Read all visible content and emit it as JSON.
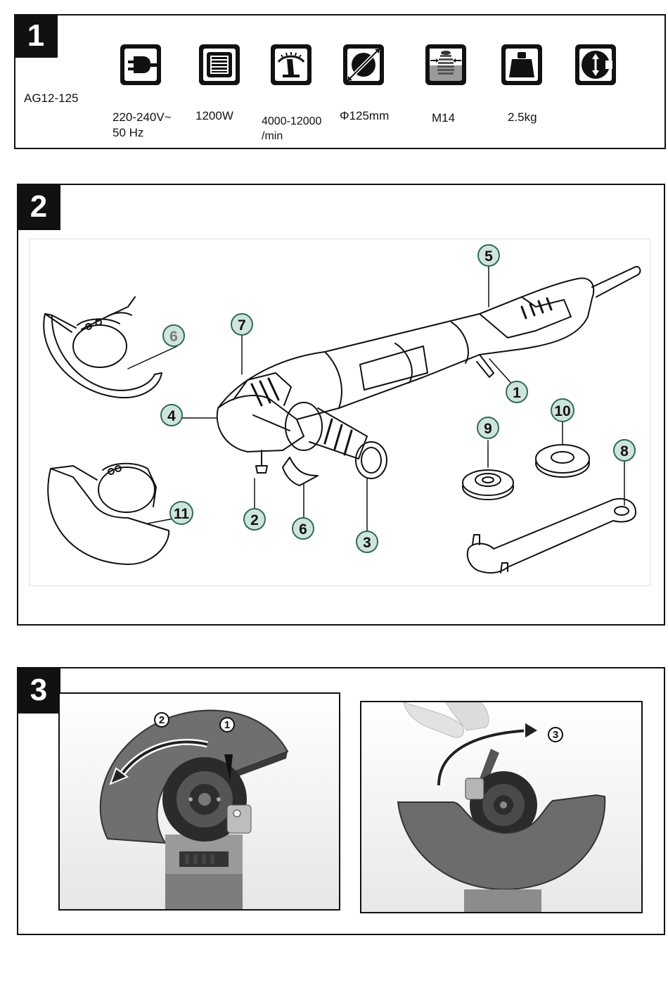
{
  "panel1": {
    "number": "1",
    "model": "AG12-125",
    "specs": [
      {
        "icon": "plug-icon",
        "line1": "220-240V~",
        "line2": "50 Hz"
      },
      {
        "icon": "motor-power-icon",
        "line1": "1200W",
        "line2": ""
      },
      {
        "icon": "speed-gauge-icon",
        "line1": "4000-12000",
        "line2": "/min"
      },
      {
        "icon": "disc-diameter-icon",
        "line1": "Φ125mm",
        "line2": ""
      },
      {
        "icon": "spindle-thread-icon",
        "line1": "M14",
        "line2": ""
      },
      {
        "icon": "weight-icon",
        "line1": "2.5kg",
        "line2": ""
      },
      {
        "icon": "insulation-class-icon",
        "line1": "",
        "line2": ""
      }
    ]
  },
  "panel2": {
    "number": "2",
    "callouts": [
      "1",
      "2",
      "3",
      "4",
      "5",
      "6",
      "6",
      "7",
      "8",
      "9",
      "10",
      "11"
    ],
    "callout_color": "#cfe5dc"
  },
  "panel3": {
    "number": "3",
    "steps_left": [
      "1",
      "2"
    ],
    "steps_right": [
      "3"
    ]
  }
}
